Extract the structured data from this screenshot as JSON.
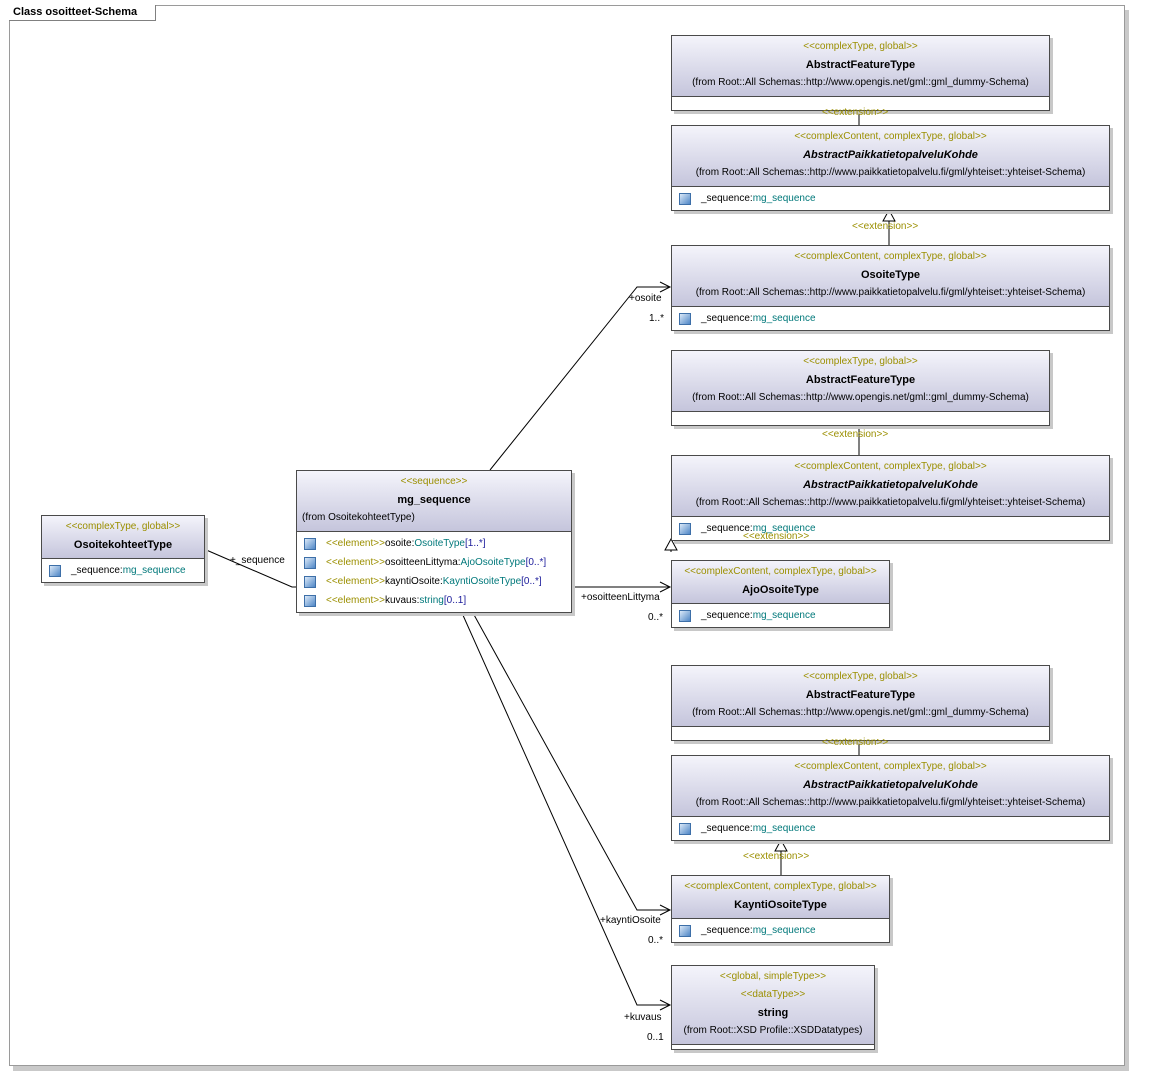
{
  "frame_title": "Class osoitteet-Schema",
  "classes": {
    "abstract_feature_1": {
      "stereotype": "<<complexType, global>>",
      "name": "AbstractFeatureType",
      "from": "(from Root::All Schemas::http://www.opengis.net/gml::gml_dummy-Schema)"
    },
    "abstract_pkt_1": {
      "stereotype": "<<complexContent, complexType, global>>",
      "name": "AbstractPaikkatietopalveluKohde",
      "from": "(from Root::All Schemas::http://www.paikkatietopalvelu.fi/gml/yhteiset::yhteiset-Schema)",
      "attr_name": "_sequence:",
      "attr_type": "mg_sequence"
    },
    "osoite_type": {
      "stereotype": "<<complexContent, complexType, global>>",
      "name": "OsoiteType",
      "from": "(from Root::All Schemas::http://www.paikkatietopalvelu.fi/gml/yhteiset::yhteiset-Schema)",
      "attr_name": "_sequence:",
      "attr_type": "mg_sequence"
    },
    "abstract_feature_2": {
      "stereotype": "<<complexType, global>>",
      "name": "AbstractFeatureType",
      "from": "(from Root::All Schemas::http://www.opengis.net/gml::gml_dummy-Schema)"
    },
    "abstract_pkt_2": {
      "stereotype": "<<complexContent, complexType, global>>",
      "name": "AbstractPaikkatietopalveluKohde",
      "from": "(from Root::All Schemas::http://www.paikkatietopalvelu.fi/gml/yhteiset::yhteiset-Schema)",
      "attr_name": "_sequence:",
      "attr_type": "mg_sequence"
    },
    "ajo_osoite": {
      "stereotype": "<<complexContent, complexType, global>>",
      "name": "AjoOsoiteType",
      "attr_name": "_sequence:",
      "attr_type": "mg_sequence"
    },
    "abstract_feature_3": {
      "stereotype": "<<complexType, global>>",
      "name": "AbstractFeatureType",
      "from": "(from Root::All Schemas::http://www.opengis.net/gml::gml_dummy-Schema)"
    },
    "abstract_pkt_3": {
      "stereotype": "<<complexContent, complexType, global>>",
      "name": "AbstractPaikkatietopalveluKohde",
      "from": "(from Root::All Schemas::http://www.paikkatietopalvelu.fi/gml/yhteiset::yhteiset-Schema)",
      "attr_name": "_sequence:",
      "attr_type": "mg_sequence"
    },
    "kaynti_osoite": {
      "stereotype": "<<complexContent, complexType, global>>",
      "name": "KayntiOsoiteType",
      "attr_name": "_sequence:",
      "attr_type": "mg_sequence"
    },
    "string_type": {
      "stereotype": "<<global, simpleType>>",
      "stereotype2": "<<dataType>>",
      "name": "string",
      "from": "(from Root::XSD Profile::XSDDatatypes)"
    },
    "osoitekohteet": {
      "stereotype": "<<complexType, global>>",
      "name": "OsoitekohteetType",
      "attr_name": "_sequence:",
      "attr_type": "mg_sequence"
    },
    "mg_sequence": {
      "stereotype": "<<sequence>>",
      "name": "mg_sequence",
      "from": "(from OsoitekohteetType)",
      "attrs": [
        {
          "st": "<<element>>",
          "name": " osoite:",
          "type": "OsoiteType",
          "mult": "[1..*]"
        },
        {
          "st": "<<element>>",
          "name": " osoitteenLittyma:",
          "type": "AjoOsoiteType",
          "mult": "[0..*]"
        },
        {
          "st": "<<element>>",
          "name": " kayntiOsoite:",
          "type": "KayntiOsoiteType",
          "mult": "[0..*]"
        },
        {
          "st": "<<element>>",
          "name": " kuvaus:",
          "type": "string",
          "mult": "[0..1]"
        }
      ]
    }
  },
  "extension_label": "<<extension>>",
  "assoc": {
    "seq_role": "+_sequence",
    "osoite_role": "+osoite",
    "osoite_mult": "1..*",
    "littyma_role": "+osoitteenLittyma",
    "littyma_mult": "0..*",
    "kaynti_role": "+kayntiOsoite",
    "kaynti_mult": "0..*",
    "kuvaus_role": "+kuvaus",
    "kuvaus_mult": "0..1"
  }
}
